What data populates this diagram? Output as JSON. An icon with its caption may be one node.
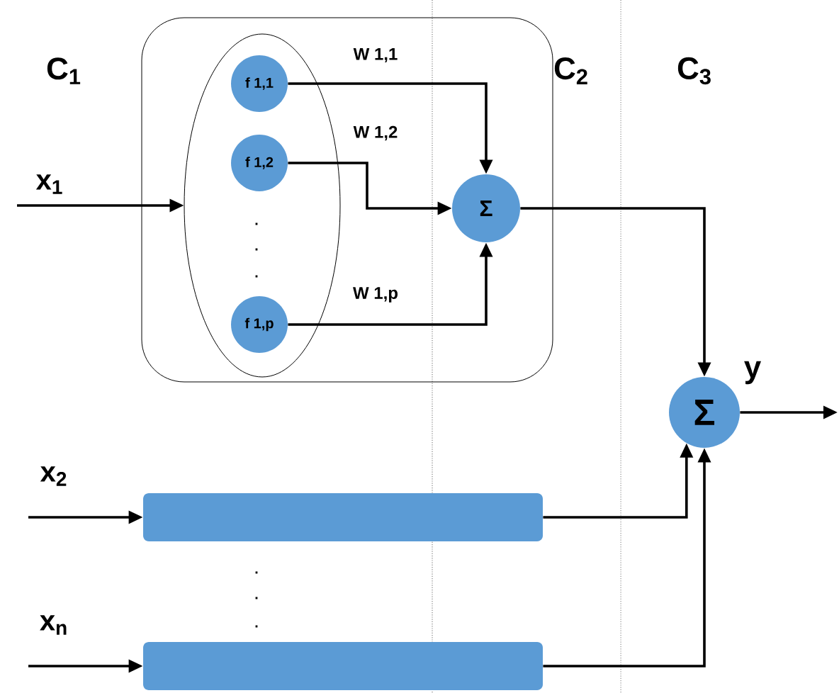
{
  "diagram": {
    "nodes": [
      {
        "text": [],
        "shape": "box"
      },
      {
        "text": [],
        "shape": "ellipse",
        "in": 0
      },
      {
        "text": [
          "f 1,1"
        ],
        "in": 1
      },
      {
        "text": [
          "f 1,2"
        ],
        "in": 1
      },
      {
        "text": [
          "f 1,p"
        ],
        "in": 1
      },
      {
        "text": [
          "Σ"
        ],
        "in": 0
      },
      {
        "text": [],
        "shape": "bar"
      },
      {
        "text": [],
        "shape": "bar"
      },
      {
        "text": [
          "Σ"
        ]
      }
    ],
    "edges": [
      {
        "from": null,
        "to": 1,
        "arrow": "to",
        "label": "x$_{1}$"
      },
      {
        "from": 2,
        "to": 5,
        "arrow": "to",
        "label": "W 1,1"
      },
      {
        "from": 3,
        "to": 5,
        "arrow": "to",
        "label": "W 1,2"
      },
      {
        "from": 4,
        "to": 5,
        "arrow": "to",
        "label": "W 1,p"
      },
      {
        "from": 5,
        "to": 8,
        "arrow": "to"
      },
      {
        "from": 6,
        "to": 8,
        "arrow": "to"
      },
      {
        "from": 7,
        "to": 8,
        "arrow": "to"
      },
      {
        "from": 8,
        "to": null,
        "arrow": "to",
        "label": "y"
      },
      {
        "from": null,
        "to": 6,
        "arrow": "to",
        "label": "x$_{2}$"
      },
      {
        "from": null,
        "to": 7,
        "arrow": "to",
        "label": "x$_{n}$"
      }
    ],
    "labels": [
      "C$_{1}$",
      "C$_{2}$",
      "C$_{3}$",
      ".",
      ".",
      ".",
      ".",
      ".",
      "."
    ]
  }
}
